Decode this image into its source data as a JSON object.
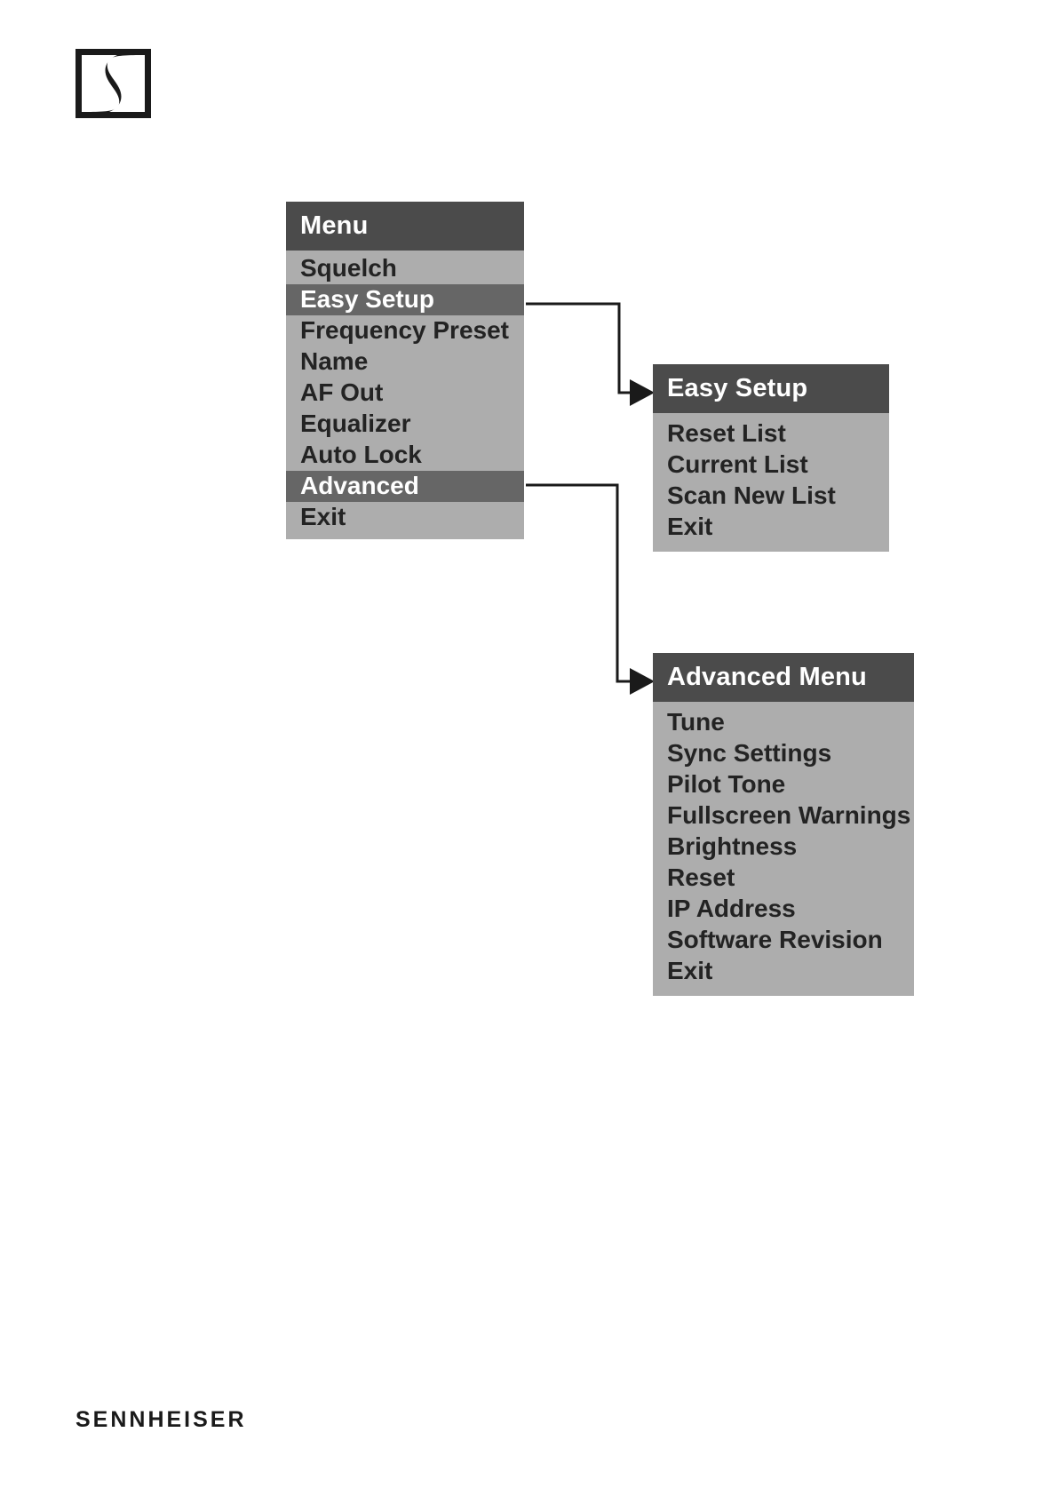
{
  "brand": {
    "logo_icon": "sennheiser-logo-icon",
    "wordmark": "SENNHEISER"
  },
  "colors": {
    "header_bg": "#4b4b4b",
    "body_bg": "#adadad",
    "selected_bg": "#666666",
    "item_text": "#232323",
    "selected_text": "#ffffff",
    "page_bg": "#ffffff",
    "connector": "#1a1a1a"
  },
  "panels": {
    "main_menu": {
      "title": "Menu",
      "items": [
        {
          "label": "Squelch",
          "selected": false
        },
        {
          "label": "Easy Setup",
          "selected": true
        },
        {
          "label": "Frequency Preset",
          "selected": false
        },
        {
          "label": "Name",
          "selected": false
        },
        {
          "label": "AF Out",
          "selected": false
        },
        {
          "label": "Equalizer",
          "selected": false
        },
        {
          "label": "Auto Lock",
          "selected": false
        },
        {
          "label": "Advanced",
          "selected": true
        },
        {
          "label": "Exit",
          "selected": false
        }
      ]
    },
    "easy_setup": {
      "title": "Easy Setup",
      "items": [
        {
          "label": "Reset List",
          "selected": false
        },
        {
          "label": "Current List",
          "selected": false
        },
        {
          "label": "Scan New List",
          "selected": false
        },
        {
          "label": "Exit",
          "selected": false
        }
      ]
    },
    "advanced_menu": {
      "title": "Advanced Menu",
      "items": [
        {
          "label": "Tune",
          "selected": false
        },
        {
          "label": "Sync Settings",
          "selected": false
        },
        {
          "label": "Pilot Tone",
          "selected": false
        },
        {
          "label": "Fullscreen Warnings",
          "selected": false
        },
        {
          "label": "Brightness",
          "selected": false
        },
        {
          "label": "Reset",
          "selected": false
        },
        {
          "label": "IP Address",
          "selected": false
        },
        {
          "label": "Software Revision",
          "selected": false
        },
        {
          "label": "Exit",
          "selected": false
        }
      ]
    }
  },
  "connectors": [
    {
      "name": "easy-setup-connector",
      "from": "Easy Setup",
      "to": "Easy Setup"
    },
    {
      "name": "advanced-connector",
      "from": "Advanced",
      "to": "Advanced Menu"
    }
  ]
}
